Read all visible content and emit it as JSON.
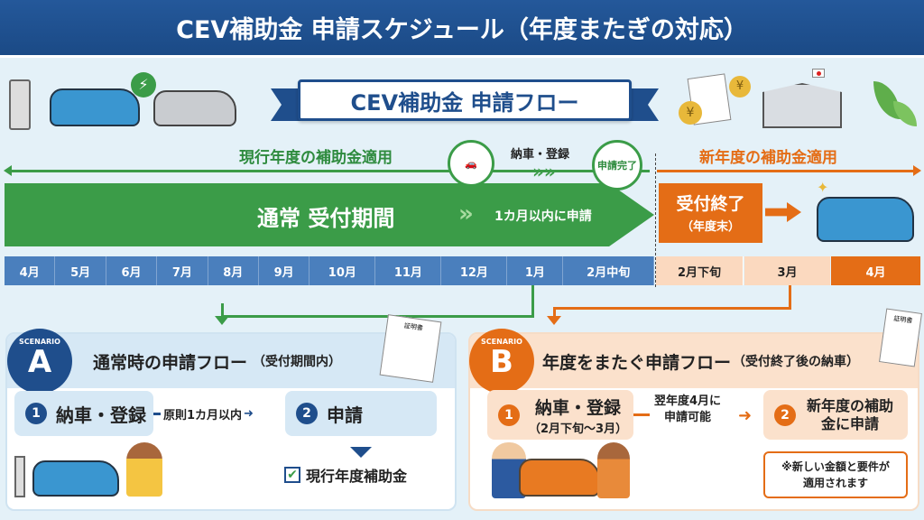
{
  "title": "CEV補助金 申請スケジュール（年度またぎの対応）",
  "banner": "CEV補助金 申請フロー",
  "timeline": {
    "current_label": "現行年度の補助金適用",
    "new_label": "新年度の補助金適用",
    "delivery_label": "納車・登録",
    "complete_label": "申請完了",
    "band_label": "通常 受付期間",
    "within_month": "1カ月以内に申請",
    "end_title": "受付終了",
    "end_sub": "（年度末）",
    "months": [
      "4月",
      "5月",
      "6月",
      "7月",
      "8月",
      "9月",
      "10月",
      "11月",
      "12月",
      "1月",
      "2月中旬"
    ],
    "late_months": [
      "2月下旬",
      "3月"
    ],
    "new_month": "4月"
  },
  "scenario_a": {
    "tag": "SCENARIO",
    "letter": "A",
    "title": "通常時の申請フロー",
    "title_note": "（受付期間内）",
    "step1": "納車・登録",
    "step1_num": "1",
    "connector": "原則1カ月以内",
    "step2": "申請",
    "step2_num": "2",
    "result": "現行年度補助金"
  },
  "scenario_b": {
    "tag": "SCENARIO",
    "letter": "B",
    "title": "年度をまたぐ申請フロー",
    "title_note": "（受付終了後の納車）",
    "step1": "納車・登録",
    "step1_sub": "（2月下旬〜3月）",
    "step1_num": "1",
    "connector": "翌年度4月に申請可能",
    "step2": "新年度の補助金に申請",
    "step2_num": "2",
    "note": "※新しい金額と要件が適用されます"
  },
  "doc_label": "証明書",
  "colors": {
    "navy": "#1f4e8c",
    "green": "#3b9c48",
    "orange": "#e46d16",
    "peach": "#fbd9bf"
  }
}
